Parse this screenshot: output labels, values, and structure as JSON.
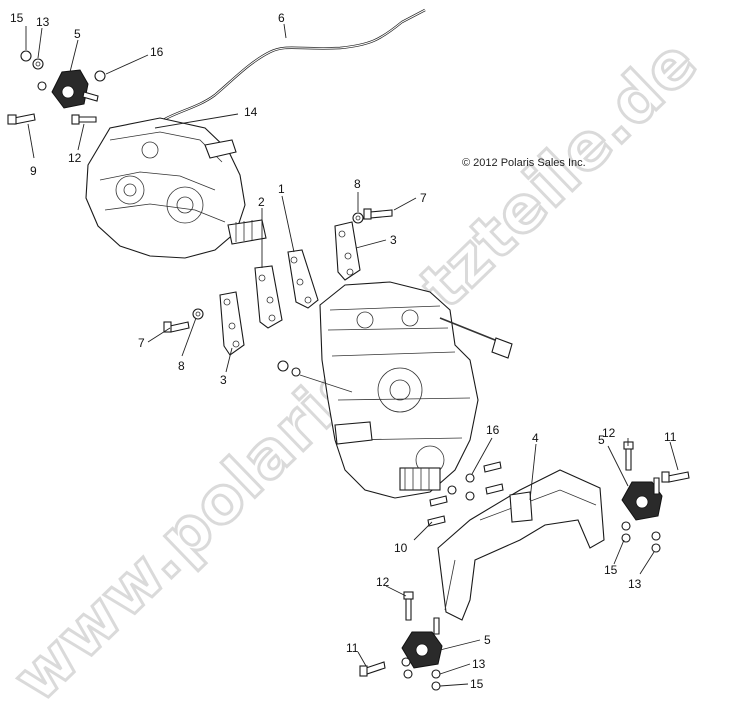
{
  "copyright": "© 2012 Polaris Sales Inc.",
  "watermark": "www.polaris-satzteile.de",
  "callouts": [
    {
      "id": "c1",
      "text": "1"
    },
    {
      "id": "c2",
      "text": "2"
    },
    {
      "id": "c3a",
      "text": "3"
    },
    {
      "id": "c3b",
      "text": "3"
    },
    {
      "id": "c4",
      "text": "4"
    },
    {
      "id": "c5a",
      "text": "5"
    },
    {
      "id": "c5b",
      "text": "5"
    },
    {
      "id": "c5c",
      "text": "5"
    },
    {
      "id": "c6",
      "text": "6"
    },
    {
      "id": "c7a",
      "text": "7"
    },
    {
      "id": "c7b",
      "text": "7"
    },
    {
      "id": "c8a",
      "text": "8"
    },
    {
      "id": "c8b",
      "text": "8"
    },
    {
      "id": "c9",
      "text": "9"
    },
    {
      "id": "c10",
      "text": "10"
    },
    {
      "id": "c11a",
      "text": "11"
    },
    {
      "id": "c11b",
      "text": "11"
    },
    {
      "id": "c12a",
      "text": "12"
    },
    {
      "id": "c12b",
      "text": "12"
    },
    {
      "id": "c12c",
      "text": "12"
    },
    {
      "id": "c13a",
      "text": "13"
    },
    {
      "id": "c13b",
      "text": "13"
    },
    {
      "id": "c13c",
      "text": "13"
    },
    {
      "id": "c14",
      "text": "14"
    },
    {
      "id": "c15a",
      "text": "15"
    },
    {
      "id": "c15b",
      "text": "15"
    },
    {
      "id": "c15c",
      "text": "15"
    },
    {
      "id": "c16a",
      "text": "16"
    },
    {
      "id": "c16b",
      "text": "16"
    }
  ]
}
